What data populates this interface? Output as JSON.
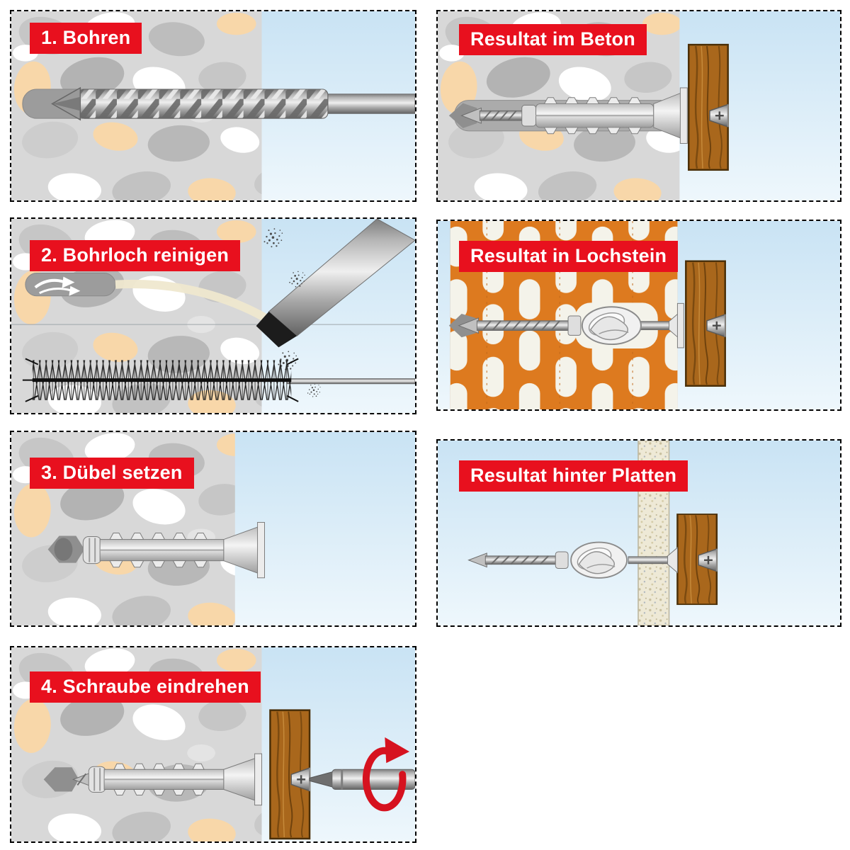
{
  "figure_type": "installation-instructions",
  "language": "de",
  "colors": {
    "label_background": "#e8101e",
    "label_text": "#ffffff",
    "panel_border": "#000000",
    "concrete_gray": "#d8d8d8",
    "stone_peach": "#f8d7a9",
    "background_blue": "#c9e3f4",
    "wood_brown": "#a9671c",
    "hollow_brick_orange": "#dd7a1f",
    "rotation_arrow_red": "#d6121f"
  },
  "panels": [
    {
      "id": "step-1",
      "label": "1. Bohren",
      "illustration": "masonry-drill-bit-in-concrete"
    },
    {
      "id": "result-concrete",
      "label": "Resultat im Beton",
      "illustration": "wall-plug-with-screw-in-concrete-holding-wooden-batten"
    },
    {
      "id": "step-2",
      "label": "2. Bohrloch reinigen",
      "illustration": "blow-out-pump-and-cleaning-brush"
    },
    {
      "id": "result-hollow-brick",
      "label": "Resultat in Lochstein",
      "illustration": "wall-plug-knotted-in-hollow-brick-holding-wooden-batten"
    },
    {
      "id": "step-3",
      "label": "3. Dübel setzen",
      "illustration": "inserting-wall-plug-into-drill-hole"
    },
    {
      "id": "result-panel",
      "label": "Resultat hinter Platten",
      "illustration": "wall-plug-knotted-behind-board-holding-wooden-batten"
    },
    {
      "id": "step-4",
      "label": "4. Schraube eindrehen",
      "illustration": "screwing-in-screw-with-screwdriver"
    }
  ]
}
